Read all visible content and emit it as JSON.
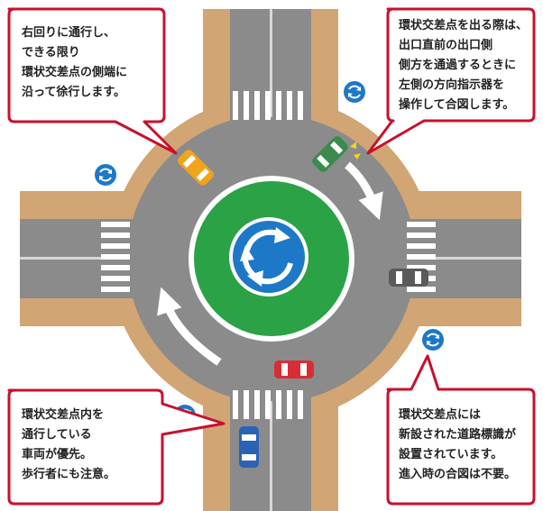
{
  "colors": {
    "sidewalk": "#d2a574",
    "road": "#8b8b8b",
    "island": "#2aa245",
    "sign_blue": "#1e78c8",
    "callout_border": "#c8102e",
    "arrow": "#ffffff",
    "crosswalk": "#ffffff",
    "car_orange": "#f0a41e",
    "car_green": "#3b8a4e",
    "car_gray": "#5a5a5a",
    "car_red": "#d92d35",
    "car_blue": "#2a63b5"
  },
  "callouts": {
    "top_left": {
      "lines": [
        "右回りに通行し、",
        "できる限り",
        "環状交差点の側端に",
        "沿って徐行します。"
      ]
    },
    "top_right": {
      "lines": [
        "環状交差点を出る際は、",
        "出口直前の出口側",
        "側方を通過するときに",
        "左側の方向指示器を",
        "操作して合図します。"
      ]
    },
    "bottom_left": {
      "lines": [
        "環状交差点内を",
        "通行している",
        "車両が優先。",
        "歩行者にも注意。"
      ]
    },
    "bottom_right": {
      "lines": [
        "環状交差点には",
        "新設された道路標識が",
        "設置されています。",
        "進入時の合図は不要。"
      ]
    }
  },
  "icons": [
    "roundabout-sign-icon",
    "curved-arrow-icon",
    "car-icon"
  ]
}
